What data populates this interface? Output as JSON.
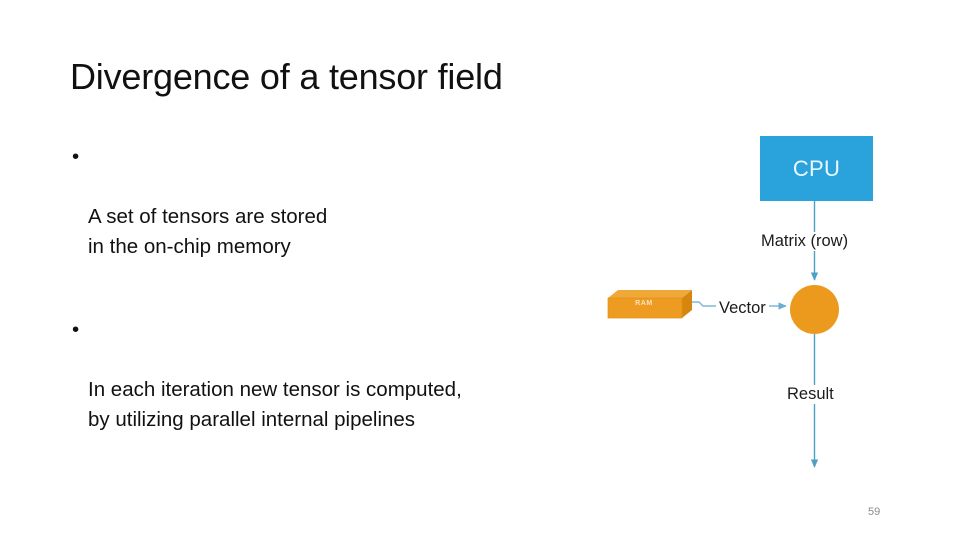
{
  "slide": {
    "title": "Divergence of a tensor field",
    "page_number": "59",
    "background_color": "#ffffff"
  },
  "body": {
    "bullet_marker": "•",
    "bullets": [
      "A set of tensors are stored\nin the on-chip memory",
      "In each iteration new tensor is computed,\nby utilizing parallel internal pipelines"
    ]
  },
  "diagram": {
    "nodes": {
      "cpu": {
        "label": "CPU",
        "shape": "rectangle",
        "fill_color": "#2AA2DC",
        "text_color": "#eaf7ff"
      },
      "ram": {
        "label": "RAM",
        "shape": "cube-3d",
        "fill_color": "#ED9B21",
        "top_color": "#F0A838",
        "side_color": "#D4860F",
        "text_color": "#fde3bd"
      },
      "compute": {
        "label": "",
        "shape": "circle",
        "fill_color": "#EC9A1E"
      }
    },
    "edges": [
      {
        "from": "cpu",
        "to": "compute",
        "label": "Matrix (row)",
        "direction": "down",
        "color": "#4E9FC4"
      },
      {
        "from": "ram",
        "to": "compute",
        "label": "Vector",
        "direction": "right",
        "color": "#7FB8D6"
      },
      {
        "from": "compute",
        "to": "output",
        "label": "Result",
        "direction": "down",
        "color": "#4E9FC4"
      }
    ],
    "arrow_color": "#4E9FC4"
  }
}
